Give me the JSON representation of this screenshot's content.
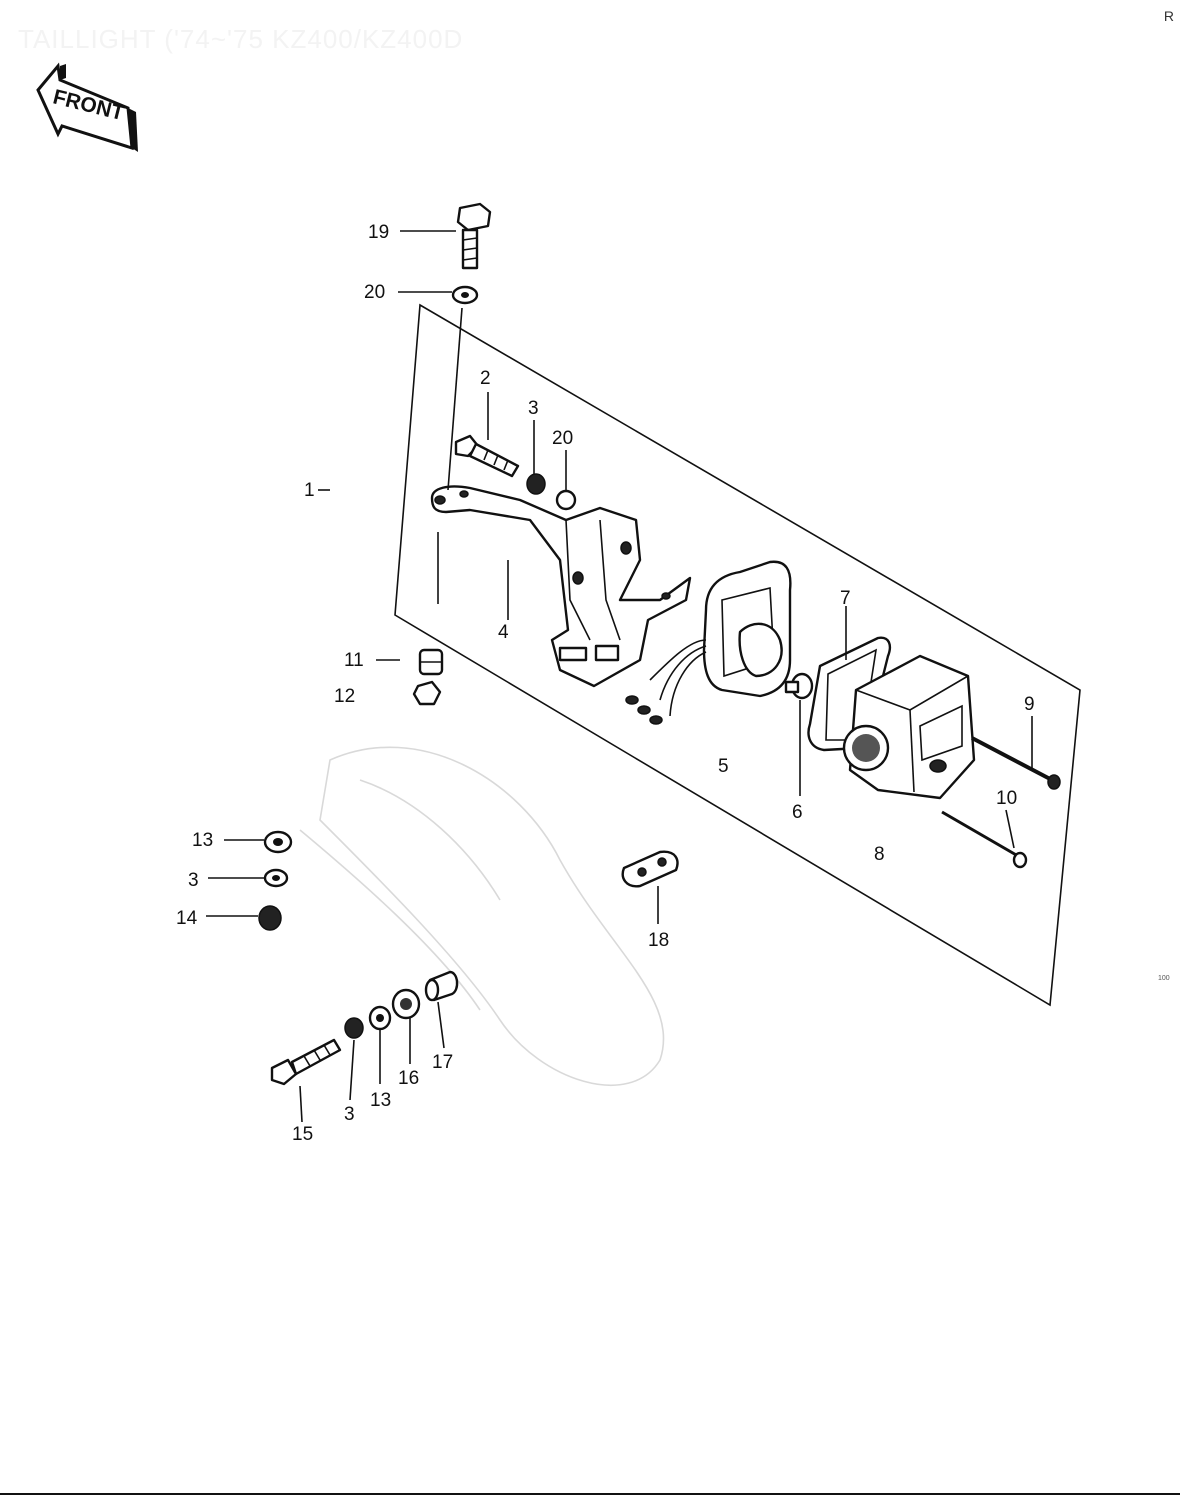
{
  "header": {
    "title": "TAILLIGHT ('74~'75 KZ400/KZ400D",
    "page_mark": "R",
    "edge_mark": "100"
  },
  "front_badge": {
    "label": "FRONT",
    "icon": "front-arrow-icon"
  },
  "callouts": {
    "p1": "1",
    "p2": "2",
    "p3a": "3",
    "p3b": "3",
    "p3c": "3",
    "p4": "4",
    "p5": "5",
    "p6": "6",
    "p7": "7",
    "p8": "8",
    "p9": "9",
    "p10": "10",
    "p11": "11",
    "p12": "12",
    "p13a": "13",
    "p13b": "13",
    "p14": "14",
    "p15": "15",
    "p16": "16",
    "p17": "17",
    "p18": "18",
    "p19": "19",
    "p20a": "20",
    "p20b": "20"
  }
}
